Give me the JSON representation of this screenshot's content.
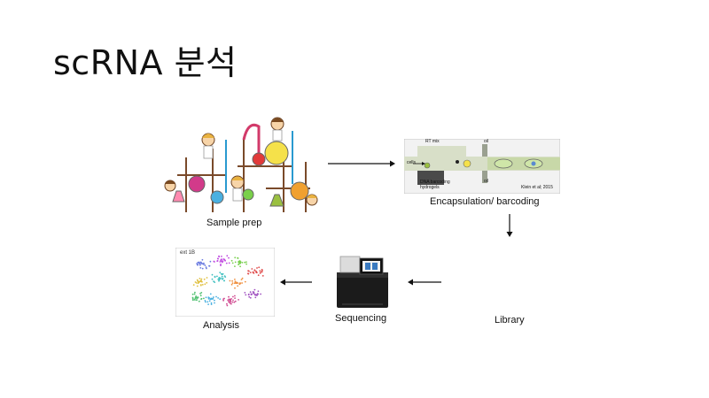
{
  "slide": {
    "title": "scRNA 분석"
  },
  "steps": {
    "sample_prep": "Sample prep",
    "encapsulation": "Encapsulation/ barcoding",
    "library": "Library",
    "sequencing": "Sequencing",
    "analysis": "Analysis"
  },
  "microfluidics": {
    "rt_mix": "RT mix",
    "oil_top": "oil",
    "oil_bottom": "oil",
    "cells": "cells",
    "dna_line1": "DNA barcoding",
    "dna_line2": "hydrogels",
    "citation": "Klein et al; 2015"
  },
  "tsne": {
    "axis_label": "ext 1B"
  },
  "colors": {
    "channel": "#d8dfc8",
    "channel_dark": "#4a4a4a",
    "droplet": "#cfe6a8",
    "sequencer_body": "#1b1b1b",
    "sequencer_top": "#dcdcdc"
  }
}
